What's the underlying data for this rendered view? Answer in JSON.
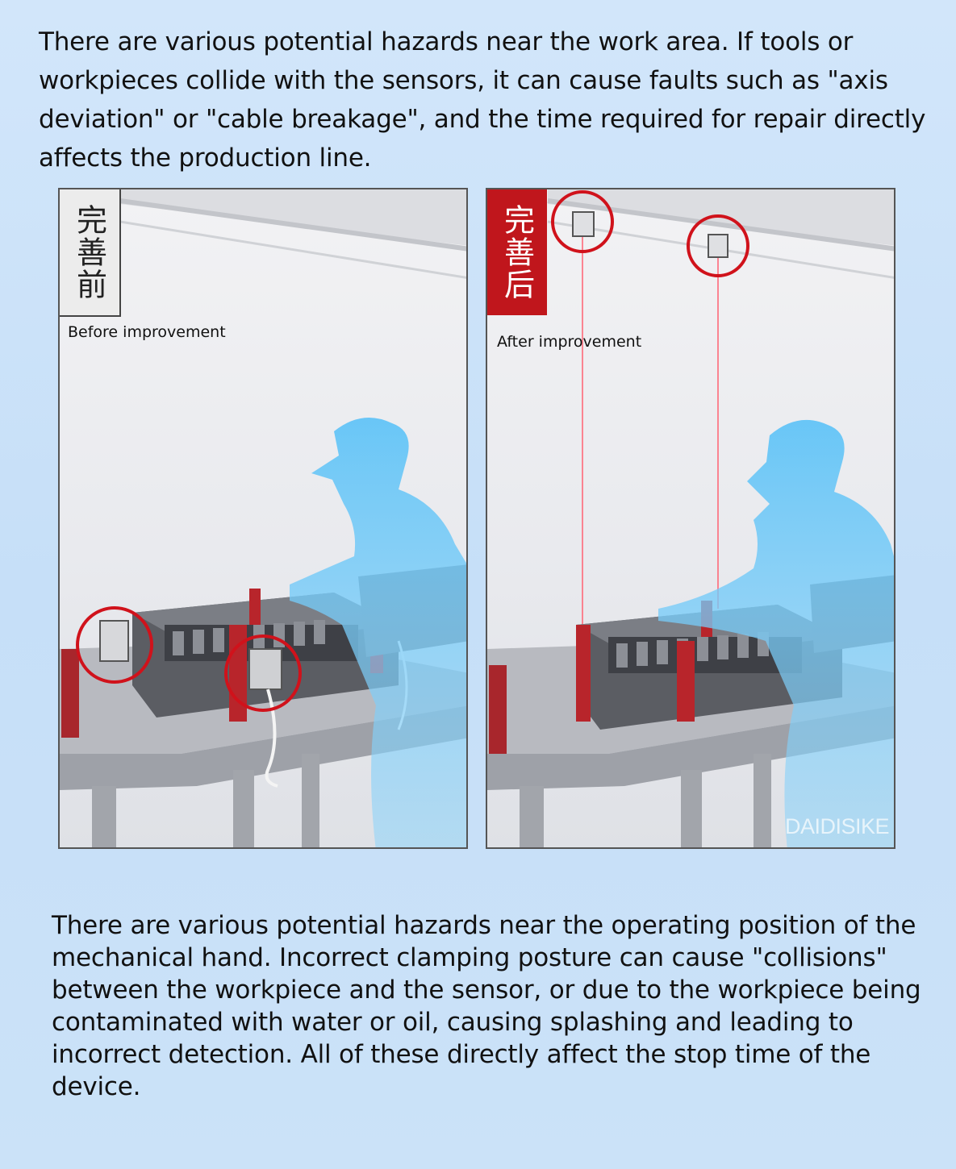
{
  "intro_text": "There are various potential hazards near the work area. If tools or workpieces collide with the sensors, it can cause faults such as \"axis deviation\" or \"cable breakage\", and the time required for repair directly affects the production line.",
  "panels": {
    "before": {
      "badge": "完善前",
      "caption": "Before improvement"
    },
    "after": {
      "badge": "完善后",
      "caption": "After improvement",
      "watermark": "DAIDISIKE"
    }
  },
  "outro_text": "There are various potential hazards near the operating position of the mechanical hand. Incorrect clamping posture can cause \"collisions\" between the workpiece and the sensor, or due to the workpiece being contaminated with water or oil, causing splashing and leading to incorrect detection. All of these directly affect the stop time of the device.",
  "colors": {
    "highlight_red": "#d0121b",
    "worker_blue": "#5fc0f5",
    "badge_red": "#c0161c"
  }
}
